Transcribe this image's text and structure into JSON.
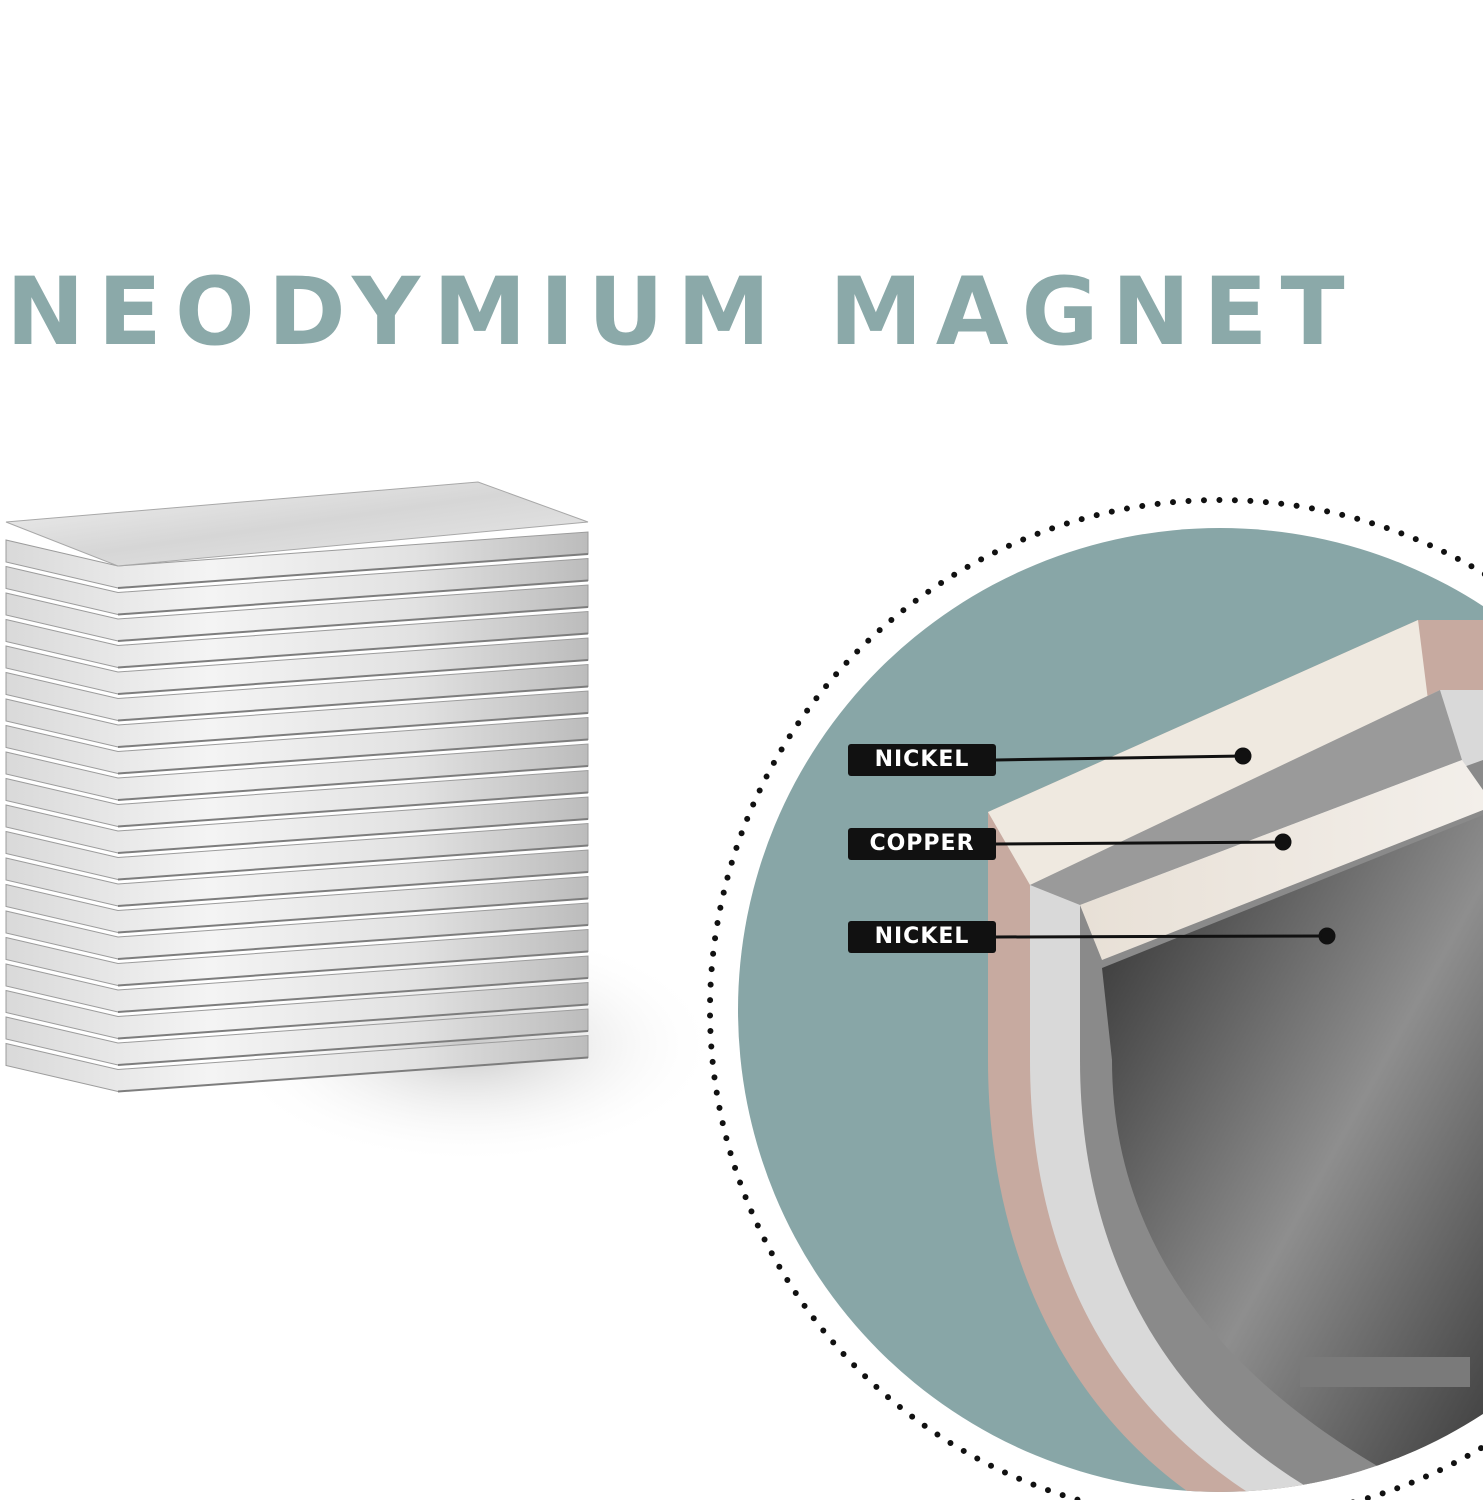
{
  "title": "NEODYMIUM MAGNET",
  "colors": {
    "title": "#8ba9a9",
    "circle_background": "#88a6a7",
    "nickel_layer": "#c7aaa0",
    "copper_layer": "#d8d8d8",
    "magnet_core": "#4a4a4a",
    "label_badge": "#111111"
  },
  "magnet_stack": {
    "plates": 20
  },
  "layers": [
    {
      "label": "NICKEL"
    },
    {
      "label": "COPPER"
    },
    {
      "label": "NICKEL"
    }
  ]
}
